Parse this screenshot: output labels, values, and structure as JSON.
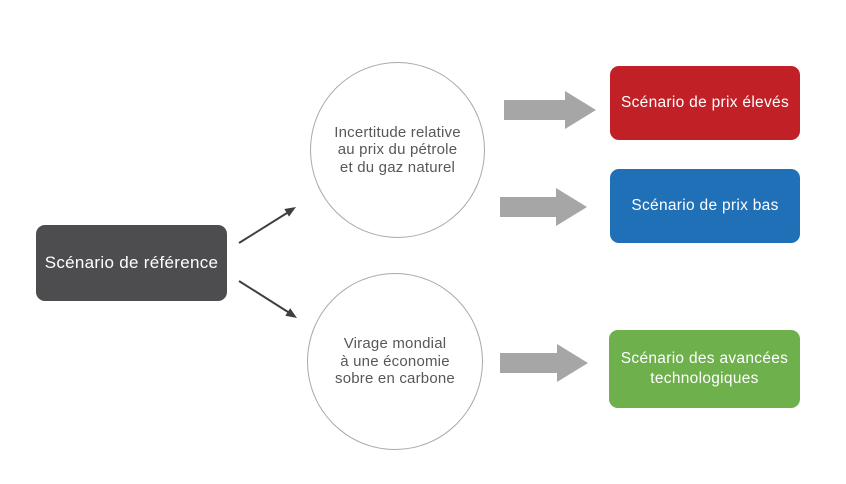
{
  "diagram": {
    "root": {
      "label": "Scénario de référence"
    },
    "factors": [
      {
        "lines": [
          "Incertitude relative",
          "au prix du pétrole",
          "et du gaz naturel"
        ]
      },
      {
        "lines": [
          "Virage mondial",
          "à une économie",
          "sobre en carbone"
        ]
      }
    ],
    "outcomes": [
      {
        "label": "Scénario de prix élevés",
        "color": "#c02026"
      },
      {
        "label": "Scénario de prix bas",
        "color": "#1f70b7"
      },
      {
        "label": "Scénario des avancées technologiques",
        "color": "#6db04c"
      }
    ],
    "colors": {
      "background": "#ffffff",
      "reference_bg": "#4d4d4f",
      "reference_text": "#ffffff",
      "circle_border": "#a9a9a9",
      "circle_text": "#58585a",
      "thin_arrow": "#3f3f41",
      "block_arrow": "#a6a6a6",
      "outcome_text": "#ffffff"
    }
  }
}
